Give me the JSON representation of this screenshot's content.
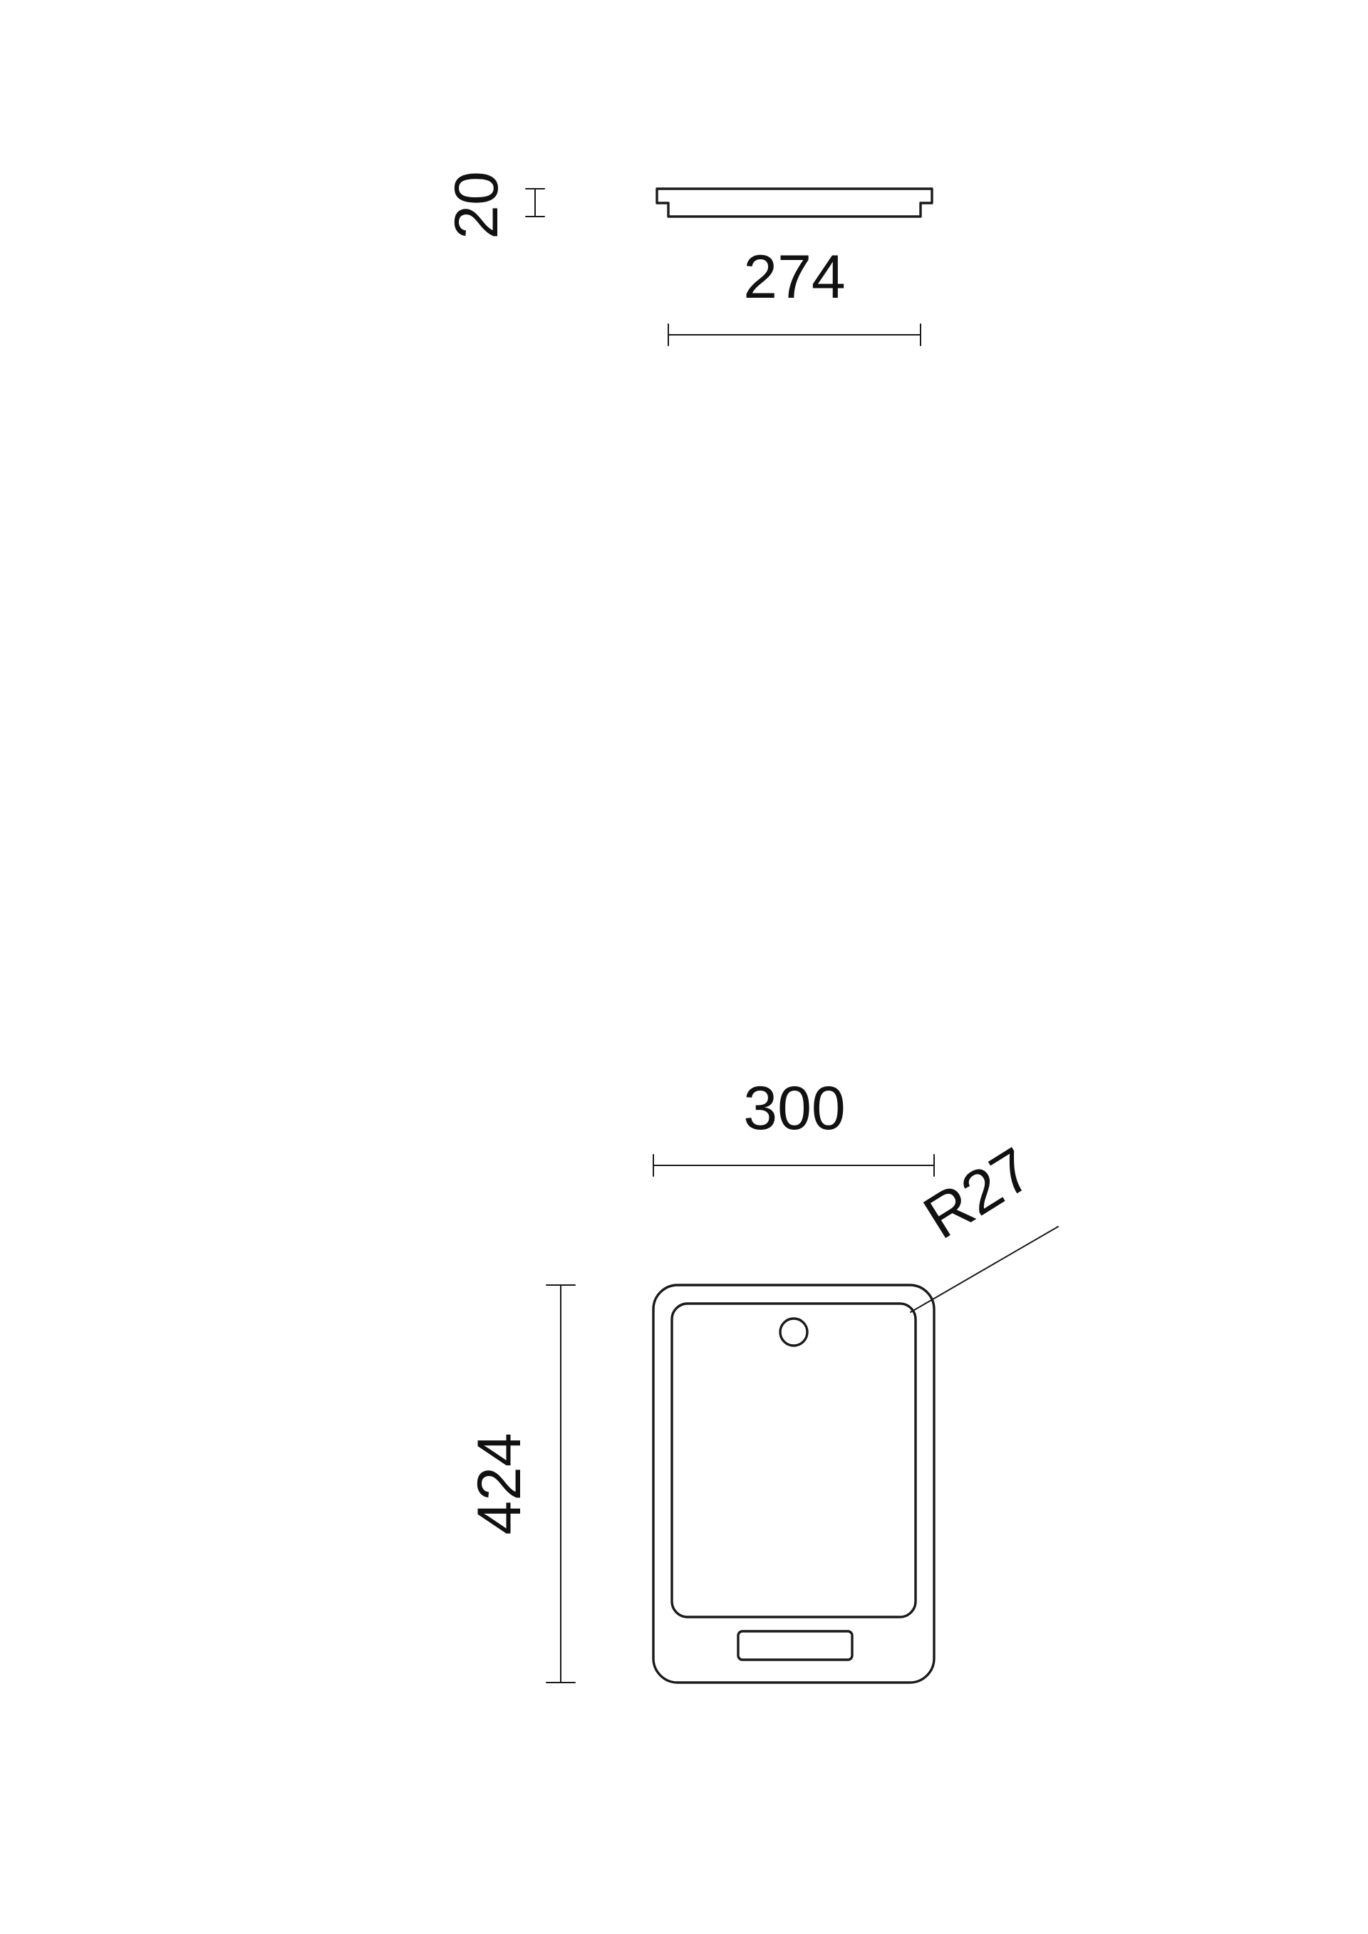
{
  "side_view": {
    "height_label": "20",
    "width_label": "274"
  },
  "top_view": {
    "width_label": "300",
    "height_label": "424",
    "radius_label": "R27"
  }
}
